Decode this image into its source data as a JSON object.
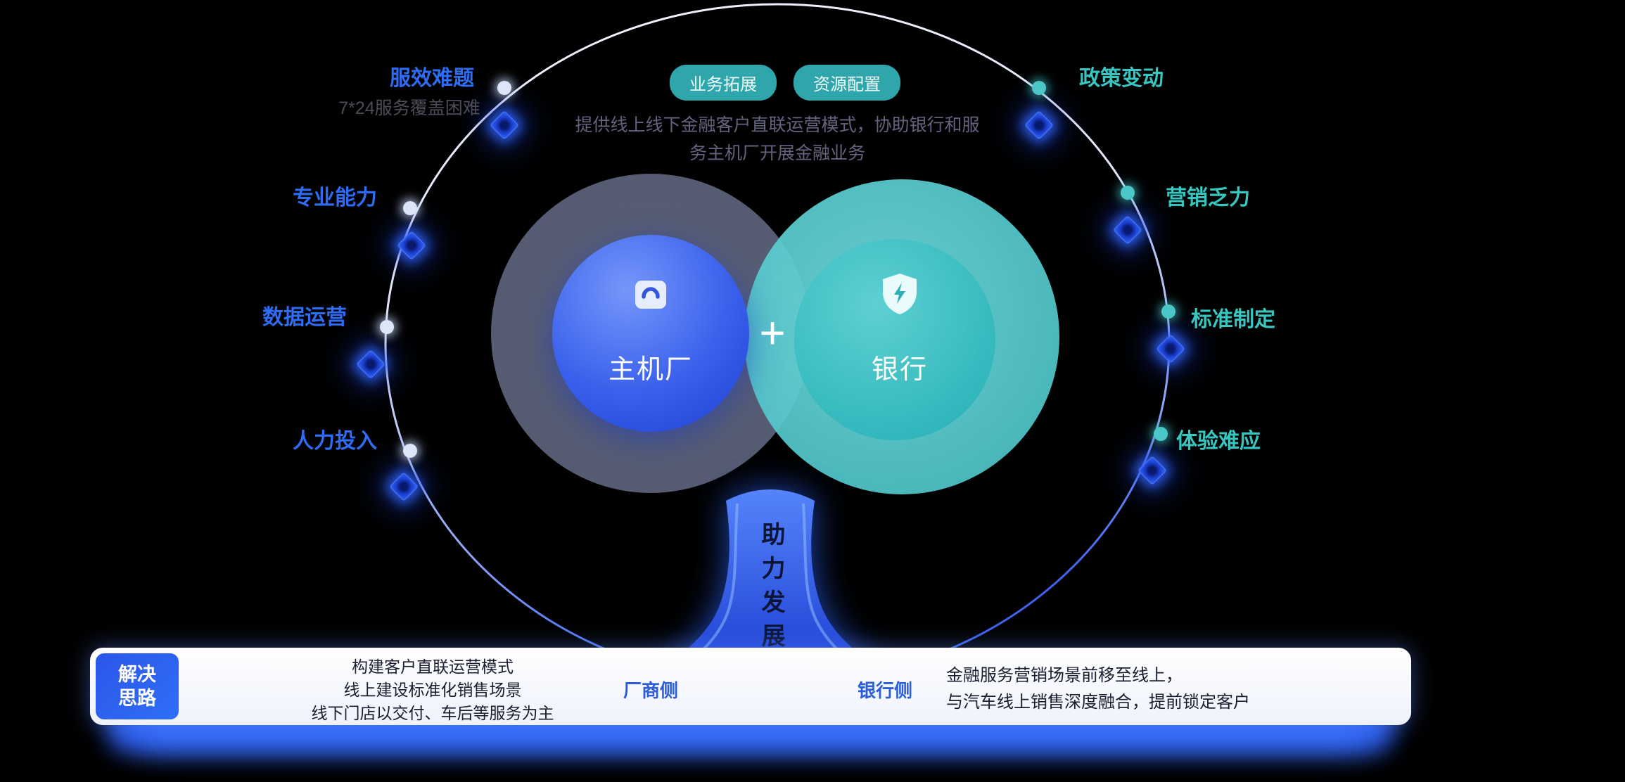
{
  "colors": {
    "accent_blue": "#2e6cf3",
    "accent_teal": "#38c6c0",
    "pill_bg": "#2fa5ac",
    "glow_blue": "#2b5cf0"
  },
  "hub": {
    "pills": [
      {
        "label": "业务拓展"
      },
      {
        "label": "资源配置"
      }
    ],
    "description_lines": [
      "提供线上线下金融客户直联运营模式，协助银行和服",
      "务主机厂开展金融业务"
    ],
    "left_circle_label": "主机厂",
    "right_circle_label": "银行",
    "plus": "+"
  },
  "left_items": [
    {
      "label": "服效难题",
      "sub": "7*24服务覆盖困难"
    },
    {
      "label": "专业能力"
    },
    {
      "label": "数据运营"
    },
    {
      "label": "人力投入"
    }
  ],
  "right_items": [
    {
      "label": "政策变动"
    },
    {
      "label": "营销乏力"
    },
    {
      "label": "标准制定"
    },
    {
      "label": "体验难应"
    }
  ],
  "trunk": {
    "text": "助力发展"
  },
  "solution_bar": {
    "badge_lines": [
      "解决",
      "思路"
    ],
    "oem_lines": [
      "构建客户直联运营模式",
      "线上建设标准化销售场景",
      "线下门店以交付、车后等服务为主"
    ],
    "oem_side_label": "厂商侧",
    "bank_side_label": "银行侧",
    "bank_lines": [
      "金融服务营销场景前移至线上，",
      "与汽车线上销售深度融合，提前锁定客户"
    ]
  }
}
